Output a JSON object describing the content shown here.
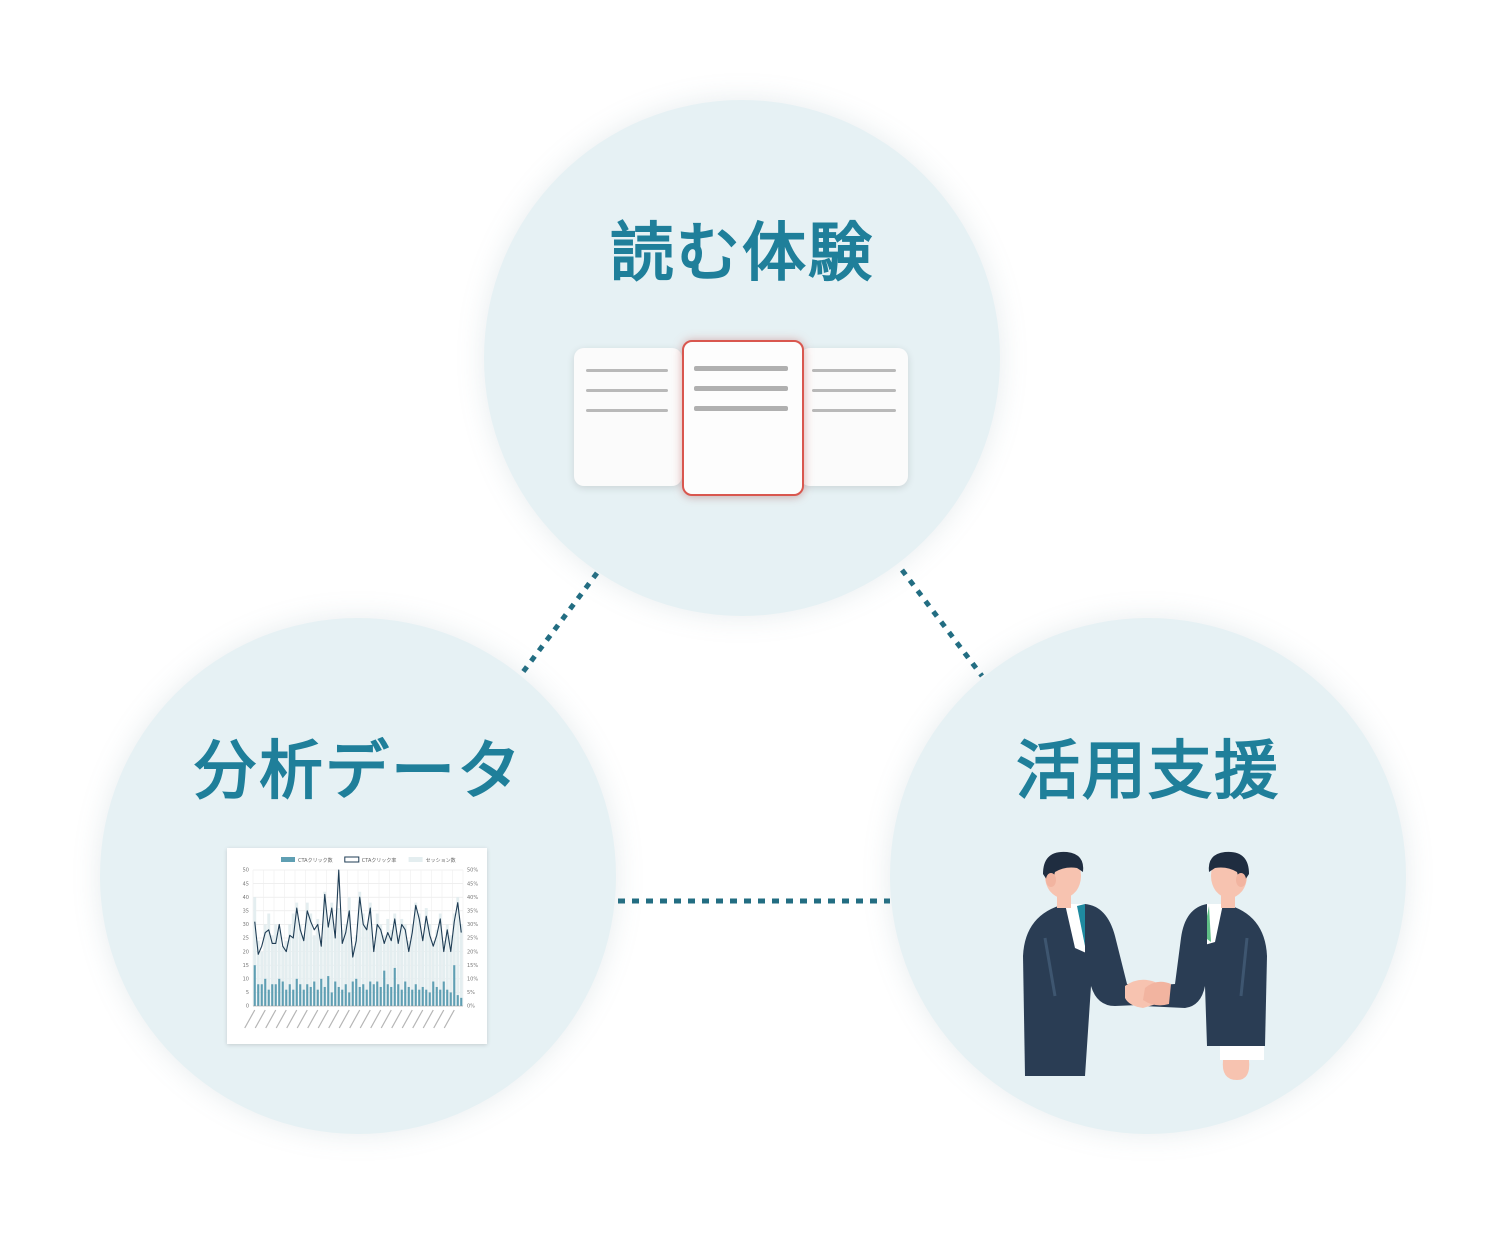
{
  "nodes": {
    "reading": {
      "title": "読む体験"
    },
    "analytics": {
      "title": "分析データ"
    },
    "support": {
      "title": "活用支援"
    }
  },
  "colors": {
    "title": "#1f7f9a",
    "circle": "#e6f1f4",
    "connector": "#226d82",
    "bar": "#5f9fb3",
    "line": "#1f3d55",
    "area": "#e4eef0",
    "highlight": "#d9574f"
  },
  "icons": [
    "document-cards-icon",
    "handshake-icon"
  ],
  "chart_data": {
    "type": "bar",
    "legend": [
      "CTAクリック数",
      "CTAクリック率",
      "セッション数"
    ],
    "legend_position": "top",
    "grid": true,
    "ylim_left": [
      0,
      50
    ],
    "ylim_right": [
      0,
      50
    ],
    "y_ticks_left": [
      "0",
      "5",
      "10",
      "15",
      "20",
      "25",
      "30",
      "35",
      "40",
      "45",
      "50"
    ],
    "y_ticks_right": [
      "0%",
      "5%",
      "10%",
      "15%",
      "20%",
      "25%",
      "30%",
      "35%",
      "40%",
      "45%",
      "50%"
    ],
    "series": [
      {
        "name": "CTAクリック数",
        "kind": "bar",
        "values": [
          15,
          8,
          8,
          10,
          6,
          8,
          8,
          10,
          9,
          6,
          8,
          6,
          10,
          8,
          6,
          8,
          7,
          9,
          6,
          10,
          7,
          11,
          5,
          9,
          7,
          6,
          8,
          5,
          9,
          10,
          7,
          8,
          6,
          9,
          8,
          9,
          7,
          13,
          8,
          7,
          14,
          8,
          6,
          9,
          7,
          6,
          8,
          6,
          7,
          6,
          5,
          9,
          7,
          6,
          9,
          6,
          5,
          15,
          4,
          3
        ]
      },
      {
        "name": "CTAクリック率",
        "kind": "line",
        "values": [
          31,
          19,
          22,
          27,
          28,
          23,
          23,
          30,
          22,
          20,
          26,
          25,
          36,
          28,
          24,
          35,
          31,
          28,
          30,
          22,
          41,
          29,
          36,
          25,
          50,
          23,
          27,
          35,
          18,
          24,
          40,
          30,
          28,
          36,
          20,
          30,
          28,
          23,
          27,
          24,
          32,
          23,
          30,
          28,
          20,
          27,
          37,
          32,
          24,
          33,
          26,
          22,
          26,
          32,
          20,
          28,
          20,
          31,
          38,
          27
        ]
      },
      {
        "name": "セッション数",
        "kind": "area",
        "values": [
          40,
          24,
          20,
          30,
          34,
          26,
          30,
          28,
          22,
          24,
          30,
          34,
          38,
          30,
          26,
          38,
          34,
          26,
          32,
          24,
          42,
          30,
          38,
          26,
          36,
          28,
          30,
          40,
          22,
          26,
          42,
          34,
          30,
          38,
          24,
          34,
          30,
          26,
          32,
          28,
          34,
          26,
          32,
          30,
          24,
          30,
          38,
          34,
          26,
          36,
          30,
          24,
          28,
          34,
          24,
          30,
          26,
          34,
          40,
          30
        ]
      }
    ]
  }
}
